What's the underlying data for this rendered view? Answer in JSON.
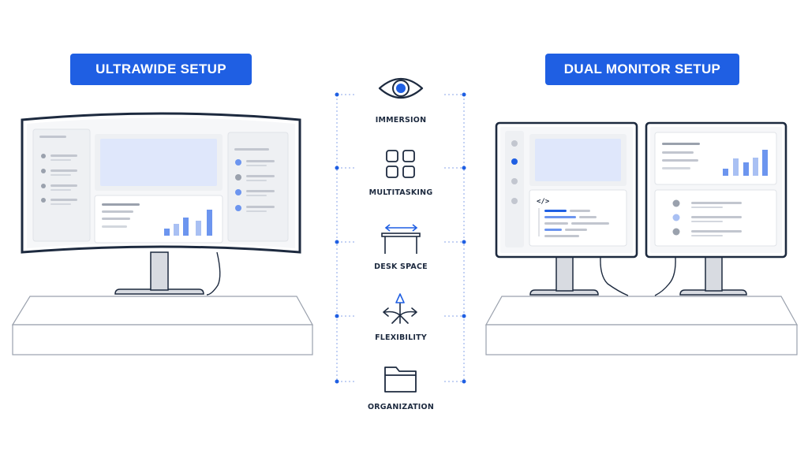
{
  "left_setup": {
    "title": "ULTRAWIDE SETUP"
  },
  "right_setup": {
    "title": "DUAL MONITOR SETUP"
  },
  "features": [
    {
      "label": "IMMERSION",
      "icon": "eye-icon"
    },
    {
      "label": "MULTITASKING",
      "icon": "grid-icon"
    },
    {
      "label": "DESK SPACE",
      "icon": "desk-icon"
    },
    {
      "label": "FLEXIBILITY",
      "icon": "arrows-icon"
    },
    {
      "label": "ORGANIZATION",
      "icon": "folder-icon"
    }
  ],
  "code_glyph": "</>",
  "colors": {
    "accent": "#1f5fe3",
    "outline": "#1d2a3f",
    "panel": "#f3f4f7",
    "highlight": "#dfe7fb",
    "bars": "#6c95ef",
    "gray": "#9aa1ad"
  }
}
